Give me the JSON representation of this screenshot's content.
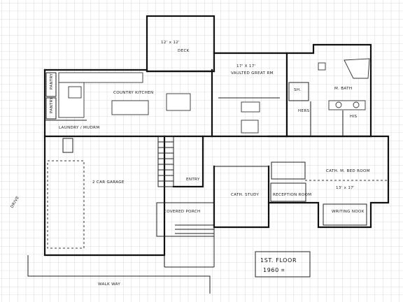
{
  "rooms": {
    "deck": "DECK",
    "deck_size": "12' x 12'",
    "great_room": "VAULTED GREAT RM",
    "great_room_size": "17' X 17'",
    "master_bath": "M. BATH",
    "his_closet": "HIS",
    "hers_closet": "HERS",
    "sh": "SH.",
    "country_kitchen": "COUNTRY KITCHEN",
    "laundry": "LAUNDRY / MUDRM",
    "pantry_1": "PANTRY",
    "pantry_2": "PANTRY",
    "garage": "2 CAR GARAGE",
    "entry": "ENTRY",
    "covered_porch": "COVERED PORCH",
    "study": "CATH. STUDY",
    "master_bedroom": "CATH. M. BED ROOM",
    "master_bedroom_size": "13' x 17'",
    "reception_room": "RECEPTION ROOM",
    "writing_nook": "WRITING NOOK",
    "drive": "DRIVE",
    "walkway": "WALK WAY"
  },
  "title_block": {
    "floor": "1ST. FLOOR",
    "area": "1960 ⌗"
  },
  "colors": {
    "grid": "#b9bdc2",
    "ink": "#111111",
    "paper": "#ffffff"
  }
}
